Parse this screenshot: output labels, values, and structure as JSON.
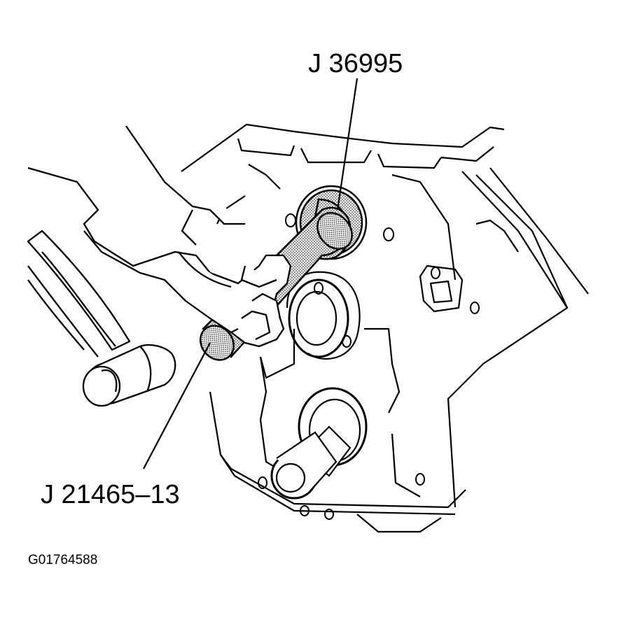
{
  "callouts": {
    "seal_installer": "J 36995",
    "driver_handle": "J 21465–13"
  },
  "figure_id": "G01764588",
  "colors": {
    "ink": "#000000",
    "paper": "#ffffff",
    "stipple": "#b9b9b9"
  }
}
